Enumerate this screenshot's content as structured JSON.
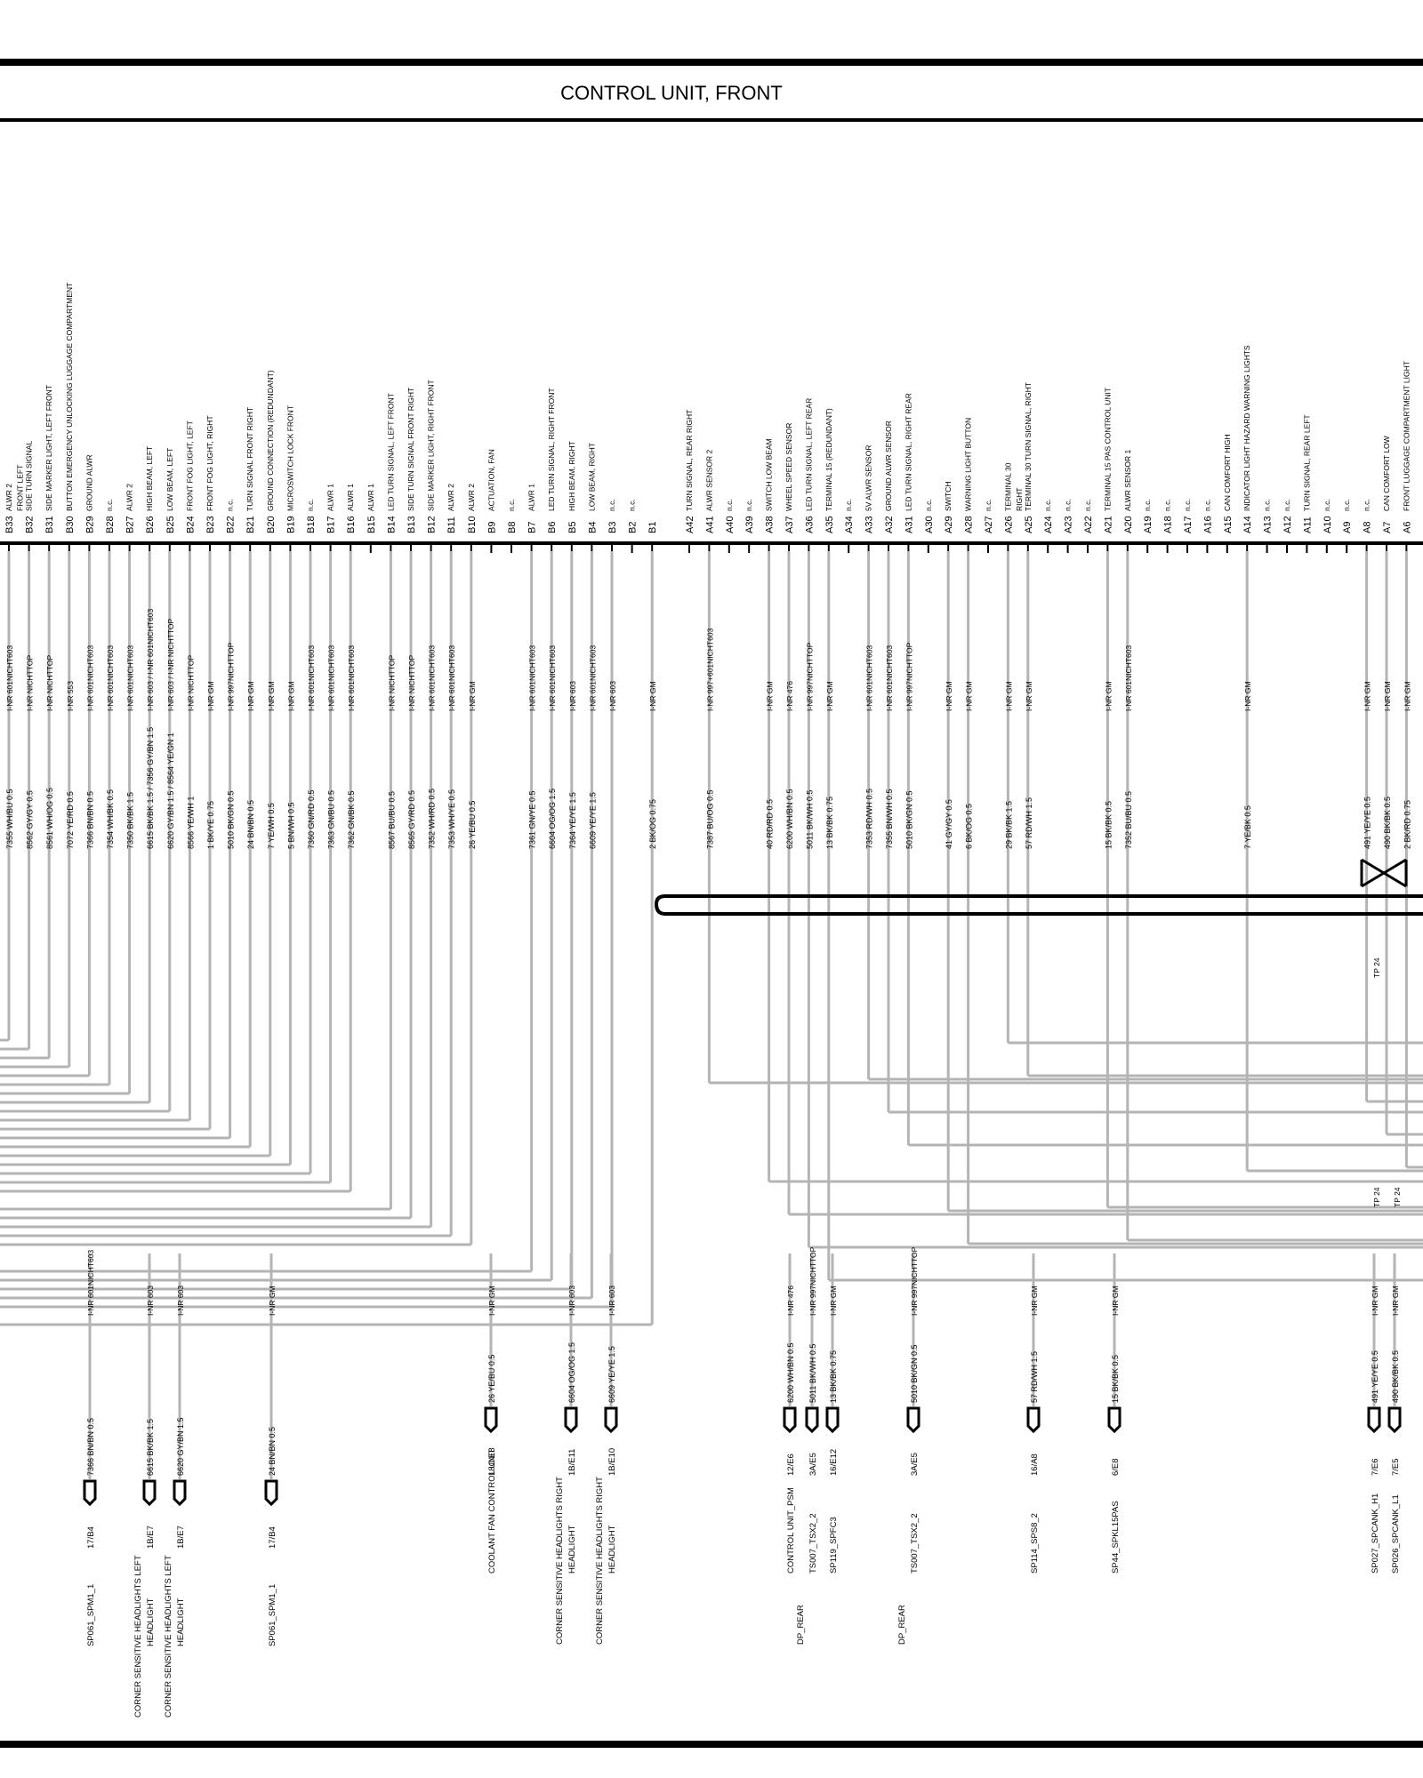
{
  "title": "CONTROL UNIT, FRONT",
  "pins": [
    {
      "pin": "B33",
      "func": [
        "ALWR 2"
      ],
      "wire": "I-NR 601NICHT603",
      "color": "7355 WH/BU 0.5"
    },
    {
      "pin": "B32",
      "func": [
        "SIDE TURN SIGNAL",
        "FRONT LEFT"
      ],
      "wire": "I-NR NICHTTOP",
      "color": "8562 GY/GY 0.5"
    },
    {
      "pin": "B31",
      "func": [
        "SIDE MARKER LIGHT, LEFT FRONT"
      ],
      "wire": "I-NR NICHTTOP",
      "color": "8561 WH/OG 0.5"
    },
    {
      "pin": "B30",
      "func": [
        "BUTTON   EMERGENCY UNLOCKING  LUGGAGE COMPARTMENT"
      ],
      "wire": "I-NR 553",
      "color": "7072 YE/RD 0.5"
    },
    {
      "pin": "B29",
      "func": [
        "GROUND  ALWR"
      ],
      "wire": "I-NR 601NICHT603",
      "color": "7366 BN/BN 0.5"
    },
    {
      "pin": "B28",
      "func": [
        "n.c."
      ],
      "wire": "I-NR 601NICHT603",
      "color": "7354 WH/BK 0.5"
    },
    {
      "pin": "B27",
      "func": [
        "ALWR 2"
      ],
      "wire": "I-NR 601NICHT603",
      "color": "7350 BK/BK 1.5"
    },
    {
      "pin": "B26",
      "func": [
        "HIGH BEAM, LEFT"
      ],
      "wire": "I-NR 603 / I-NR 601NICHT603",
      "color": "6615 BK/BK 1.5 / 7356 GY/BN 1.5"
    },
    {
      "pin": "B25",
      "func": [
        "LOW BEAM, LEFT"
      ],
      "wire": "I-NR 603 / I-NR NICHTTOP",
      "color": "6620 GY/BN 1.5 / 8564 YE/GN 1"
    },
    {
      "pin": "B24",
      "func": [
        "FRONT FOG LIGHT, LEFT"
      ],
      "wire": "I-NR NICHTTOP",
      "color": "8566 YE/WH 1"
    },
    {
      "pin": "B23",
      "func": [
        "FRONT FOG LIGHT, RIGHT"
      ],
      "wire": "I-NR GM",
      "color": "1 BK/YE 0.75"
    },
    {
      "pin": "B22",
      "func": [
        "n.c."
      ],
      "wire": "I-NR 997NICHTTOP",
      "color": "5010 BK/GN 0.5"
    },
    {
      "pin": "B21",
      "func": [
        "TURN SIGNAL    FRONT RIGHT"
      ],
      "wire": "I-NR GM",
      "color": "24 BN/BN 0.5"
    },
    {
      "pin": "B20",
      "func": [
        "GROUND CONNECTION    (REDUNDANT)"
      ],
      "wire": "I-NR GM",
      "color": "7 YE/WH 0.5"
    },
    {
      "pin": "B19",
      "func": [
        "MICROSWITCH       LOCK          FRONT"
      ],
      "wire": "I-NR GM",
      "color": "5 BN/WH 0.5"
    },
    {
      "pin": "B18",
      "func": [
        "n.c."
      ],
      "wire": "I-NR 601NICHT603",
      "color": "7360 GN/RD 0.5"
    },
    {
      "pin": "B17",
      "func": [
        "ALWR 1"
      ],
      "wire": "I-NR 601NICHT603",
      "color": "7363 GN/BU 0.5"
    },
    {
      "pin": "B16",
      "func": [
        "ALWR 1"
      ],
      "wire": "I-NR 601NICHT603",
      "color": "7362 GN/BK 0.5"
    },
    {
      "pin": "B15",
      "func": [
        "ALWR 1"
      ],
      "wire": "",
      "color": ""
    },
    {
      "pin": "B14",
      "func": [
        "LED TURN SIGNAL, LEFT   FRONT"
      ],
      "wire": "I-NR NICHTTOP",
      "color": "8567 BU/BU 0.5"
    },
    {
      "pin": "B13",
      "func": [
        "SIDE TURN SIGNAL     FRONT RIGHT"
      ],
      "wire": "I-NR NICHTTOP",
      "color": "8565 GY/RD 0.5"
    },
    {
      "pin": "B12",
      "func": [
        "SIDE MARKER LIGHT, RIGHT FRONT"
      ],
      "wire": "I-NR 601NICHT603",
      "color": "7352 WH/RD 0.5"
    },
    {
      "pin": "B11",
      "func": [
        "ALWR 2"
      ],
      "wire": "I-NR 601NICHT603",
      "color": "7353 WH/YE 0.5"
    },
    {
      "pin": "B10",
      "func": [
        "ALWR 2"
      ],
      "wire": "I-NR GM",
      "color": "26 YE/BU 0.5"
    },
    {
      "pin": "B9",
      "func": [
        "ACTUATION, FAN"
      ],
      "wire": "",
      "color": ""
    },
    {
      "pin": "B8",
      "func": [
        "n.c."
      ],
      "wire": "",
      "color": ""
    },
    {
      "pin": "B7",
      "func": [
        "ALWR 1"
      ],
      "wire": "I-NR 601NICHT603",
      "color": "7361 GN/YE 0.5"
    },
    {
      "pin": "B6",
      "func": [
        "LED TURN SIGNAL, RIGHT   FRONT"
      ],
      "wire": "I-NR 601NICHT603",
      "color": "6604 OG/OG 1.5"
    },
    {
      "pin": "B5",
      "func": [
        "HIGH BEAM, RIGHT"
      ],
      "wire": "I-NR 603",
      "color": "7364 YE/YE 1.5"
    },
    {
      "pin": "B4",
      "func": [
        "LOW BEAM, RIGHT"
      ],
      "wire": "I-NR 601NICHT603",
      "color": "6609 YE/YE 1.5"
    },
    {
      "pin": "B3",
      "func": [
        "n.c."
      ],
      "wire": "I-NR 603",
      "color": ""
    },
    {
      "pin": "B2",
      "func": [
        "n.c."
      ],
      "wire": "",
      "color": ""
    },
    {
      "pin": "B1",
      "func": [
        ""
      ],
      "wire": "I-NR GM",
      "color": "2 BK/OG 0.75"
    },
    {
      "pin": "A42",
      "func": [
        "TURN SIGNAL, REAR RIGHT"
      ],
      "wire": "",
      "color": ""
    },
    {
      "pin": "A41",
      "func": [
        "ALWR SENSOR    2"
      ],
      "wire": "I-NR 997+601NICHT603",
      "color": "7387 BU/OG 0.5"
    },
    {
      "pin": "A40",
      "func": [
        "n.c."
      ],
      "wire": "",
      "color": ""
    },
    {
      "pin": "A39",
      "func": [
        "n.c."
      ],
      "wire": "",
      "color": ""
    },
    {
      "pin": "A38",
      "func": [
        "SWITCH   LOW BEAM"
      ],
      "wire": "I-NR GM",
      "color": "40 RD/RD 0.5"
    },
    {
      "pin": "A37",
      "func": [
        "WHEEL SPEED SENSOR"
      ],
      "wire": "I-NR 476",
      "color": "6200 WH/BN 0.5"
    },
    {
      "pin": "A36",
      "func": [
        "LED TURN SIGNAL, LEFT REAR"
      ],
      "wire": "I-NR 997NICHTTOP",
      "color": "5011 BK/WH 0.5"
    },
    {
      "pin": "A35",
      "func": [
        "TERMINAL 15    (REDUNDANT)"
      ],
      "wire": "I-NR GM",
      "color": "13 BK/BK 0.75"
    },
    {
      "pin": "A34",
      "func": [
        "n.c."
      ],
      "wire": "",
      "color": ""
    },
    {
      "pin": "A33",
      "func": [
        "5V    ALWR SENSOR"
      ],
      "wire": "I-NR 601NICHT603",
      "color": "7353 RD/WH 0.5"
    },
    {
      "pin": "A32",
      "func": [
        "GROUND  ALWR SENSOR"
      ],
      "wire": "I-NR 601NICHT603",
      "color": "7355 BN/WH 0.5"
    },
    {
      "pin": "A31",
      "func": [
        "LED TURN SIGNAL, RIGHT REAR"
      ],
      "wire": "I-NR 997NICHTTOP",
      "color": "5010 BK/GN 0.5"
    },
    {
      "pin": "A30",
      "func": [
        "n.c."
      ],
      "wire": "",
      "color": ""
    },
    {
      "pin": "A29",
      "func": [
        "SWITCH"
      ],
      "wire": "I-NR GM",
      "color": "41 GY/GY 0.5"
    },
    {
      "pin": "A28",
      "func": [
        "WARNING LIGHT BUTTON"
      ],
      "wire": "I-NR GM",
      "color": "6 BK/OG 0.5"
    },
    {
      "pin": "A27",
      "func": [
        "n.c."
      ],
      "wire": "",
      "color": ""
    },
    {
      "pin": "A26",
      "func": [
        "TERMINAL 30"
      ],
      "wire": "I-NR GM",
      "color": "29 BK/BK 1.5"
    },
    {
      "pin": "A25",
      "func": [
        "TERMINAL 30 TURN SIGNAL, RIGHT",
        "RIGHT"
      ],
      "wire": "I-NR GM",
      "color": "57 RD/WH 1.5"
    },
    {
      "pin": "A24",
      "func": [
        "n.c."
      ],
      "wire": "",
      "color": ""
    },
    {
      "pin": "A23",
      "func": [
        "n.c."
      ],
      "wire": "",
      "color": ""
    },
    {
      "pin": "A22",
      "func": [
        "n.c."
      ],
      "wire": "",
      "color": ""
    },
    {
      "pin": "A21",
      "func": [
        "TERMINAL 15   PAS CONTROL UNIT"
      ],
      "wire": "I-NR GM",
      "color": "15 BK/BK 0.5"
    },
    {
      "pin": "A20",
      "func": [
        "ALWR SENSOR     1"
      ],
      "wire": "I-NR 601NICHT603",
      "color": "7352 BU/BU 0.5"
    },
    {
      "pin": "A19",
      "func": [
        "n.c."
      ],
      "wire": "",
      "color": ""
    },
    {
      "pin": "A18",
      "func": [
        "n.c."
      ],
      "wire": "",
      "color": ""
    },
    {
      "pin": "A17",
      "func": [
        "n.c."
      ],
      "wire": "",
      "color": ""
    },
    {
      "pin": "A16",
      "func": [
        "n.c."
      ],
      "wire": "",
      "color": ""
    },
    {
      "pin": "A15",
      "func": [
        "CAN COMFORT HIGH"
      ],
      "wire": "",
      "color": ""
    },
    {
      "pin": "A14",
      "func": [
        "INDICATOR LIGHT HAZARD WARNING LIGHTS"
      ],
      "wire": "I-NR GM",
      "color": "7 YE/BK 0.5"
    },
    {
      "pin": "A13",
      "func": [
        "n.c."
      ],
      "wire": "",
      "color": ""
    },
    {
      "pin": "A12",
      "func": [
        "n.c."
      ],
      "wire": "",
      "color": ""
    },
    {
      "pin": "A11",
      "func": [
        "TURN SIGNAL, REAR LEFT"
      ],
      "wire": "",
      "color": ""
    },
    {
      "pin": "A10",
      "func": [
        "n.c."
      ],
      "wire": "",
      "color": ""
    },
    {
      "pin": "A9",
      "func": [
        "n.c."
      ],
      "wire": "",
      "color": ""
    },
    {
      "pin": "A8",
      "func": [
        "n.c."
      ],
      "wire": "I-NR GM",
      "color": "491 YE/YE 0.5"
    },
    {
      "pin": "A7",
      "func": [
        "CAN COMFORT LOW"
      ],
      "wire": "I-NR GM",
      "color": "490 BK/BK 0.5"
    },
    {
      "pin": "A6",
      "func": [
        "FRONT LUGGAGE COMPARTMENT LIGHT"
      ],
      "wire": "I-NR GM",
      "color": "2 BK/RD 0.75"
    }
  ],
  "tp_labels": [
    "TP 24",
    "TP 24",
    "TP 24"
  ],
  "connectors": [
    {
      "wire": "I-NR 601NICHT603",
      "color": "7366 BN/BN 0.5",
      "ref": "17/B4",
      "dest": [
        "SP061_SPM1_1"
      ]
    },
    {
      "wire": "I-NR 603",
      "color": "6615 BK/BK 1.5",
      "ref": "1B/E7",
      "dest": [
        "HEADLIGHT",
        "CORNER SENSITIVE HEADLIGHTS LEFT"
      ]
    },
    {
      "wire": "I-NR 603",
      "color": "6620 GY/BN 1.5",
      "ref": "1B/E7",
      "dest": [
        "HEADLIGHT",
        "CORNER SENSITIVE HEADLIGHTS  LEFT"
      ]
    },
    {
      "wire": "I-NR GM",
      "color": "24 BN/BN 0.5",
      "ref": "17/B4",
      "dest": [
        "SP061_SPM1_1"
      ]
    },
    {
      "wire": "I-NR GM",
      "color": "26 YE/BU 0.5",
      "ref": "18C/E8",
      "dest": [
        "COOLANT FAN CONTROL UNIT"
      ]
    },
    {
      "wire": "I-NR 603",
      "color": "6604 OG/OG 1.5",
      "ref": "1B/E11",
      "dest": [
        "HEADLIGHT",
        "CORNER SENSITIVE HEADLIGHTS RIGHT"
      ]
    },
    {
      "wire": "I-NR 603",
      "color": "6609 YE/YE 1.5",
      "ref": "1B/E10",
      "dest": [
        "HEADLIGHT",
        "CORNER SENSITIVE HEADLIGHTS RIGHT"
      ]
    },
    {
      "wire": "I-NR 476",
      "color": "6200 WH/BN 0.5",
      "ref": "12/E6",
      "dest": [
        "CONTROL UNIT_PSM"
      ]
    },
    {
      "wire": "I-NR 997NICHTTOP",
      "color": "5011 BK/WH 0.5",
      "ref": "3A/E5",
      "dest": [
        "TS007_TSX2_2",
        "DP_REAR"
      ]
    },
    {
      "wire": "I-NR GM",
      "color": "13 BK/BK 0.75",
      "ref": "16/E12",
      "dest": [
        "SP119_SPFC3"
      ]
    },
    {
      "wire": "I-NR 997NICHTTOP",
      "color": "5010 BK/GN 0.5",
      "ref": "3A/E5",
      "dest": [
        "TS007_TSX2_2",
        "DP_REAR"
      ]
    },
    {
      "wire": "I-NR GM",
      "color": "57 RD/WH 1.5",
      "ref": "16/A8",
      "dest": [
        "SP114_SPS8_2"
      ]
    },
    {
      "wire": "I-NR GM",
      "color": "15 BK/BK 0.5",
      "ref": "6/E8",
      "dest": [
        "SP44_SPKL15PAS"
      ]
    },
    {
      "wire": "I-NR GM",
      "color": "491 YE/YE 0.5",
      "ref": "7/E6",
      "dest": [
        "SP027_SPCANK_H1"
      ]
    },
    {
      "wire": "I-NR GM",
      "color": "490 BK/BK 0.5",
      "ref": "7/E5",
      "dest": [
        "SP026_SPCANK_L1"
      ]
    }
  ]
}
